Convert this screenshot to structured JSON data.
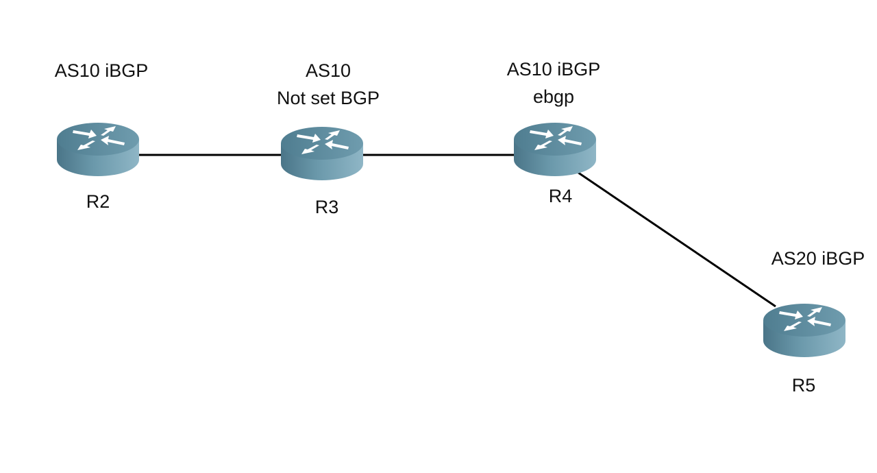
{
  "colors": {
    "router_top": "#5f8da0",
    "router_side": "#4e7b8f",
    "router_arrow": "#ffffff",
    "link": "#000000"
  },
  "routers": [
    {
      "id": "r2",
      "name": "R2",
      "annotation": [
        "AS10 iBGP"
      ],
      "icon": "router-icon"
    },
    {
      "id": "r3",
      "name": "R3",
      "annotation": [
        "AS10",
        "Not set BGP"
      ],
      "icon": "router-icon"
    },
    {
      "id": "r4",
      "name": "R4",
      "annotation": [
        "AS10 iBGP",
        "ebgp"
      ],
      "icon": "router-icon"
    },
    {
      "id": "r5",
      "name": "R5",
      "annotation": [
        "AS20 iBGP"
      ],
      "icon": "router-icon"
    }
  ],
  "links": [
    {
      "from": "R2",
      "to": "R3"
    },
    {
      "from": "R3",
      "to": "R4"
    },
    {
      "from": "R4",
      "to": "R5"
    }
  ]
}
